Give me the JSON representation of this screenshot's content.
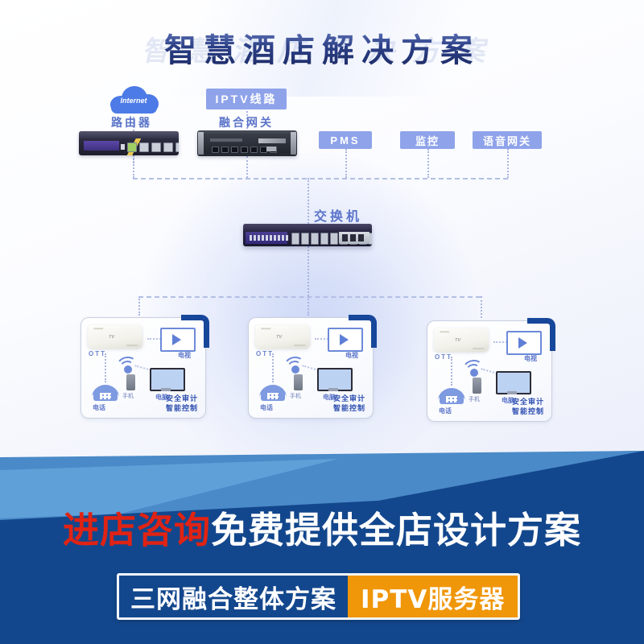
{
  "title": {
    "main": "智慧酒店解决方案"
  },
  "diagram": {
    "cloud": {
      "label": "Internet",
      "icon": "cloud-icon",
      "color": "#4c7ae6"
    },
    "router": {
      "label": "路由器",
      "icon": "router-device-icon"
    },
    "iptv_line": {
      "label": "IPTV线路",
      "color": "#8fa3ea"
    },
    "gateway": {
      "label": "融合网关",
      "icon": "rack-server-icon"
    },
    "chips": [
      {
        "label": "PMS"
      },
      {
        "label": "监控"
      },
      {
        "label": "语音网关"
      }
    ],
    "switch": {
      "label": "交换机",
      "icon": "network-switch-icon"
    },
    "rooms": [
      {
        "ott": "OTT",
        "tv": "电视",
        "mobile": "手机",
        "pc": "电脑",
        "phone": "电话",
        "security_line1": "安全审计",
        "security_line2": "智能控制"
      },
      {
        "ott": "OTT",
        "tv": "电视",
        "mobile": "手机",
        "pc": "电脑",
        "phone": "电话",
        "security_line1": "安全审计",
        "security_line2": "智能控制"
      },
      {
        "ott": "OTT",
        "tv": "电视",
        "mobile": "手机",
        "pc": "电脑",
        "phone": "电话",
        "security_line1": "安全审计",
        "security_line2": "智能控制"
      }
    ]
  },
  "banner": {
    "headline_red": "进店咨询",
    "headline_white": "免费提供全店设计方案",
    "tag_blue": "三网融合整体方案",
    "tag_orange": "IPTV服务器",
    "colors": {
      "dark_blue": "#13478d",
      "light_blue": "#4a8ac8",
      "red": "#e02314",
      "orange": "#f09609"
    }
  }
}
